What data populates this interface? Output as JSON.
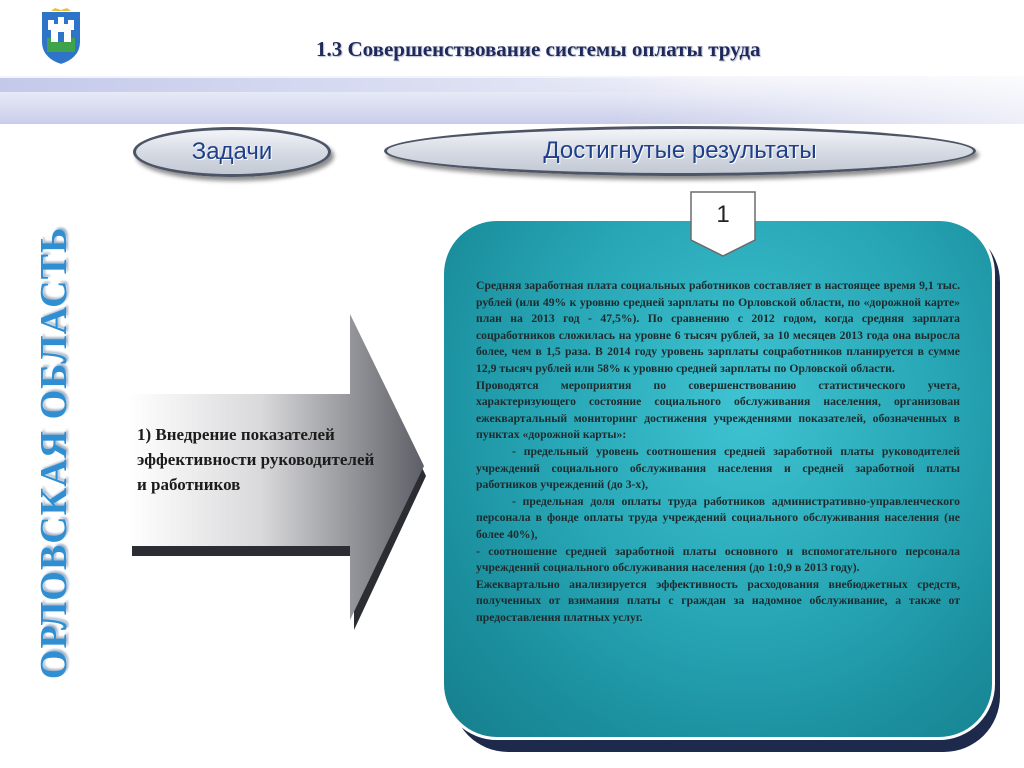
{
  "header": {
    "title": "1.3 Совершенствование системы оплаты труда",
    "logo_icon": "coat-of-arms-icon"
  },
  "sidebar": {
    "region": "ОРЛОВСКАЯ ОБЛАСТЬ"
  },
  "labels": {
    "tasks": "Задачи",
    "results": "Достигнутые результаты"
  },
  "task": {
    "text": "1) Внедрение показателей эффективности руководителей и работников"
  },
  "result": {
    "number": "1",
    "paragraphs": [
      "Средняя заработная плата социальных работников составляет в настоящее время 9,1 тыс. рублей (или 49% к уровню средней зарплаты по Орловской области, по «дорожной карте» план на 2013 год - 47,5%). По сравнению с 2012 годом, когда средняя зарплата соцработников сложилась на уровне 6 тысяч рублей, за 10 месяцев 2013 года она выросла более, чем в 1,5 раза. В 2014 году уровень зарплаты соцработников планируется в сумме 12,9 тысяч рублей или 58% к уровню средней зарплаты по Орловской области.",
      "Проводятся мероприятия по совершенствованию статистического учета, характеризующего состояние социального обслуживания населения, организован ежеквартальный мониторинг достижения учреждениями показателей, обозначенных в пунктах «дорожной карты»:",
      "- предельный уровень соотношения средней заработной платы руководителей учреждений социального обслуживания населения и средней заработной платы работников учреждений (до 3-х),",
      "- предельная доля оплаты труда работников административно-управленческого персонала в фонде оплаты труда учреждений социального обслуживания населения (не более 40%),",
      "- соотношение средней заработной платы основного и вспомогательного персонала учреждений социального обслуживания населения (до 1:0,9 в 2013 году).",
      "Ежеквартально анализируется эффективность расходования внебюджетных средств, полученных от взимания платы с граждан за надомное обслуживание, а также от предоставления платных услуг."
    ]
  },
  "colors": {
    "title": "#1f2a5a",
    "region": "#2f8fd2",
    "pill_text": "#1f3f8a",
    "result_box": "#28a7b6"
  }
}
